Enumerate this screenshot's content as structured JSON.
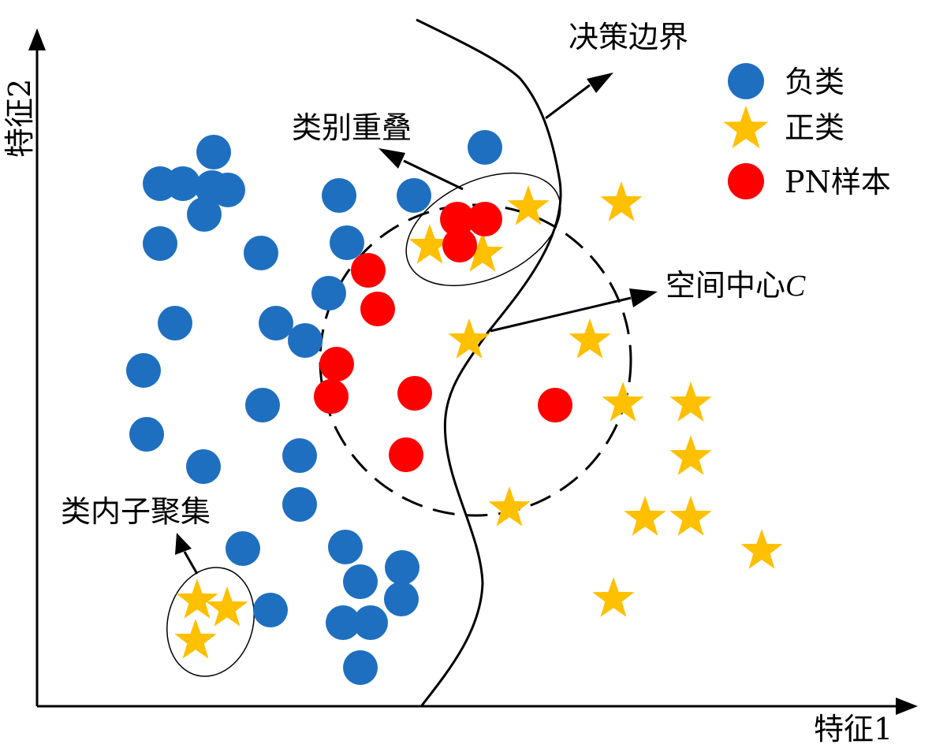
{
  "axes": {
    "x_label": "特征1",
    "y_label": "特征2"
  },
  "legend": {
    "items": [
      {
        "key": "negative",
        "label": "负类",
        "shape": "circle",
        "color": "#1F6FC0"
      },
      {
        "key": "positive",
        "label": "正类",
        "shape": "star",
        "color": "#FFC000"
      },
      {
        "key": "pn",
        "label": "PN样本",
        "shape": "circle",
        "color": "#FF0000"
      }
    ]
  },
  "annotations": {
    "decision_boundary": "决策边界",
    "class_overlap": "类别重叠",
    "spatial_center": "空间中心",
    "spatial_center_symbol": "C",
    "sub_cluster": "类内子聚集"
  },
  "colors": {
    "negative": "#1F6FC0",
    "positive": "#FFC000",
    "pn": "#FF0000",
    "line": "#000000"
  }
}
